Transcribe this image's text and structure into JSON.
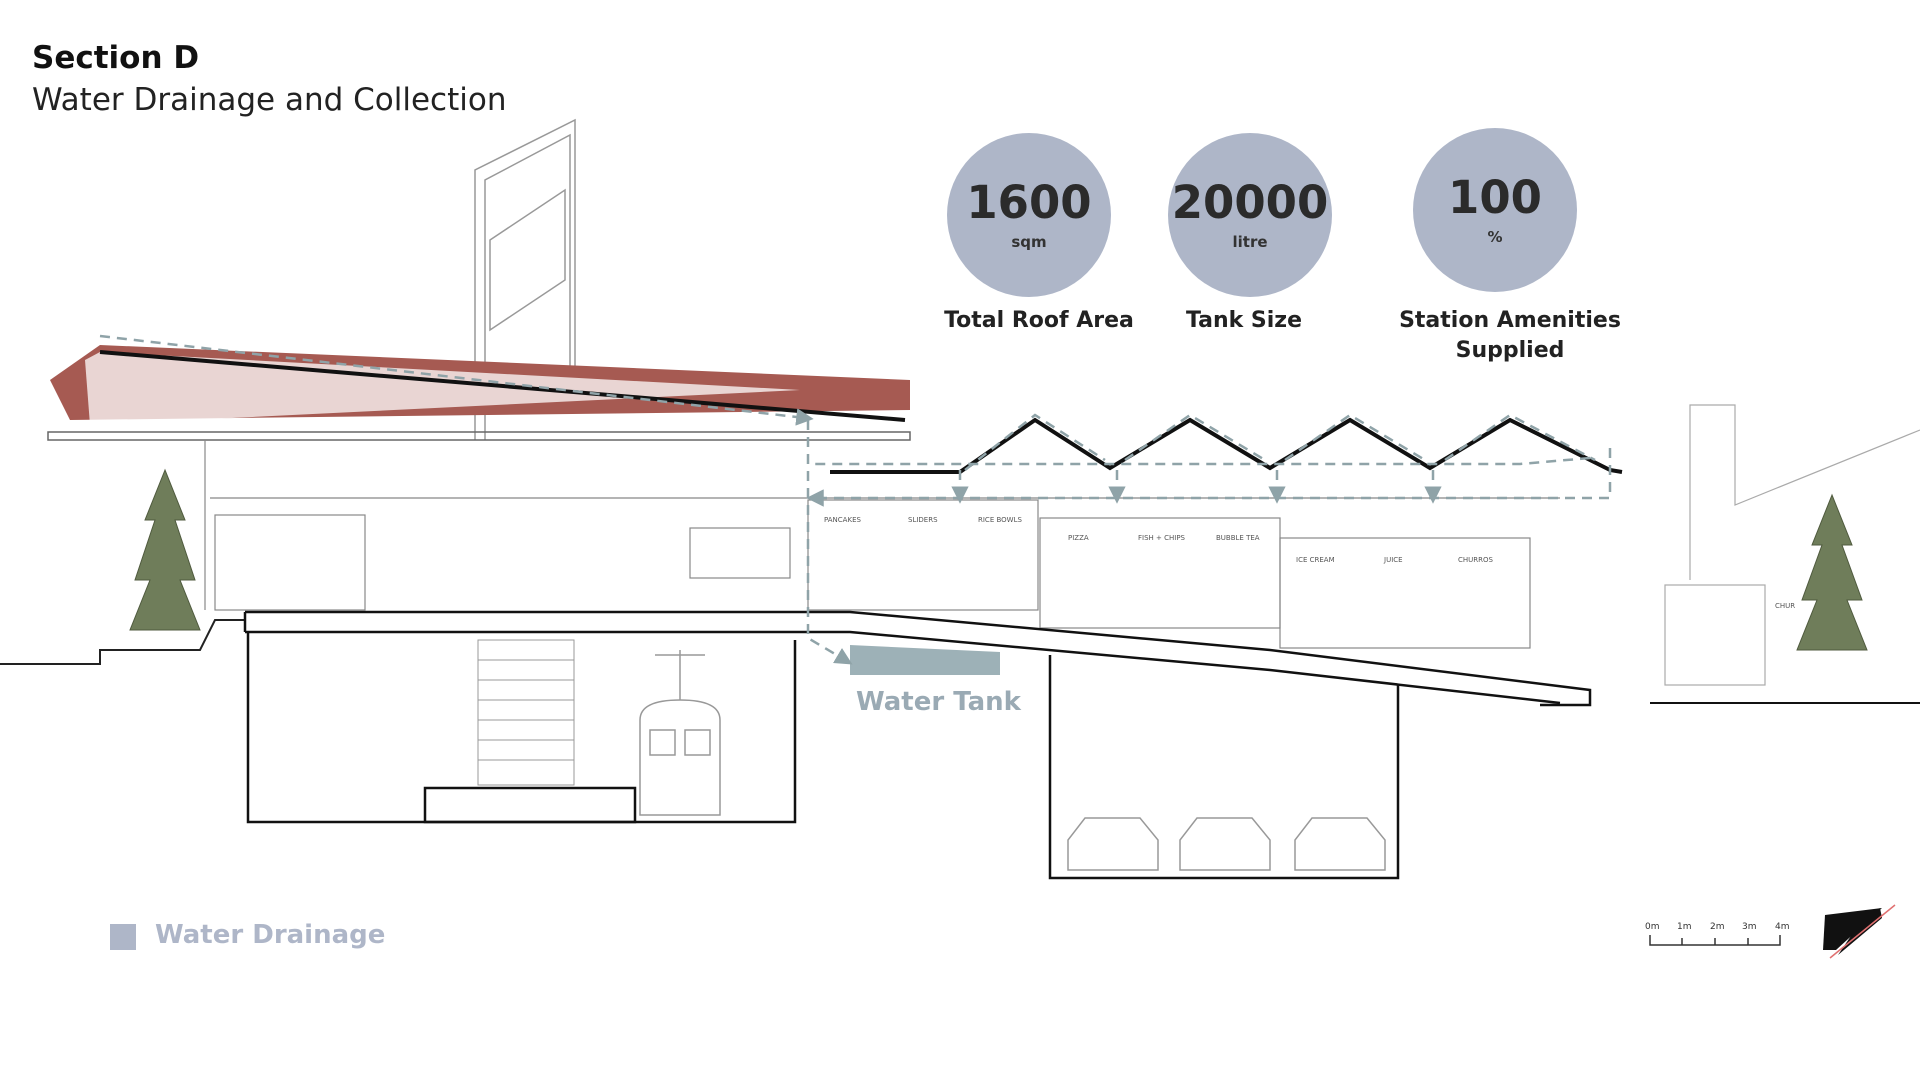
{
  "header": {
    "title": "Section D",
    "subtitle": "Water Drainage and Collection"
  },
  "stats": [
    {
      "value": "1600",
      "unit": "sqm",
      "label": "Total Roof Area"
    },
    {
      "value": "20000",
      "unit": "litre",
      "label": "Tank Size"
    },
    {
      "value": "100",
      "unit": "%",
      "label": "Station Amenities Supplied"
    }
  ],
  "diagram": {
    "tank_label": "Water Tank",
    "shop_signs": [
      "PANCAKES",
      "SLIDERS",
      "RICE BOWLS",
      "PIZZA",
      "FISH + CHIPS",
      "BUBBLE TEA",
      "ICE CREAM",
      "JUICE",
      "CHURROS",
      "CHUR"
    ]
  },
  "legend": {
    "label": "Water Drainage",
    "color": "#aeb6c8"
  },
  "scale_bar": {
    "ticks": [
      "0m",
      "1m",
      "2m",
      "3m",
      "4m"
    ]
  },
  "colors": {
    "roof": "#a65a52",
    "drainage": "#8fa3a8",
    "tank": "#9db1b7",
    "stat_circle": "#aeb6c8"
  }
}
